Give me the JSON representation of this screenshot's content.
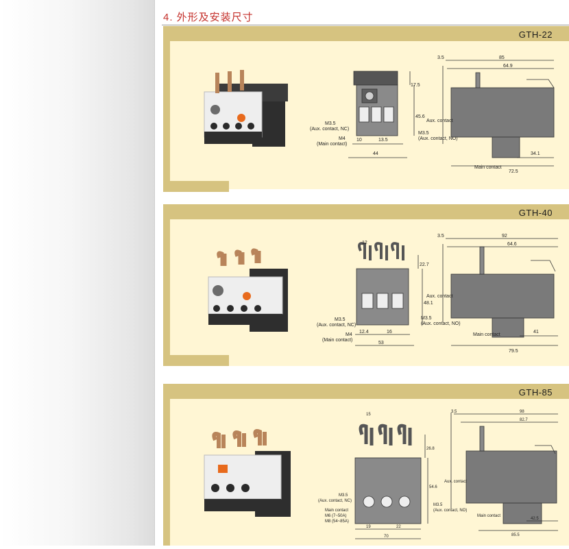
{
  "section": {
    "title": "4.  外形及安装尺寸"
  },
  "colors": {
    "accent_red": "#c4302b",
    "panel_frame": "#d6c380",
    "panel_bg": "#fff6d4",
    "device_dark": "#3c3c3c",
    "device_white": "#efefef",
    "dial_orange": "#e86a1c"
  },
  "models": [
    {
      "name": "GTH-22",
      "front": {
        "top_dim": "17.5",
        "side_dim": "45.6",
        "aux_nc": [
          "M3.5",
          "(Aux. contact, NC)"
        ],
        "aux_no": [
          "M3.5",
          "(Aux. contact, NO)"
        ],
        "main": [
          "M4",
          "(Main contact)"
        ],
        "bottom": [
          "10",
          "13.5",
          "44"
        ]
      },
      "side": {
        "left": "3.5",
        "width": "85",
        "inner": "64.9",
        "aux": "Aux. contact",
        "main": "Main contact",
        "d1": "34.1",
        "d2": "72.5"
      }
    },
    {
      "name": "GTH-40",
      "front": {
        "top_dim": "12",
        "side_dim_top": "22.7",
        "side_dim": "48.1",
        "aux_nc": [
          "M3.5",
          "(Aux. contact, NC)"
        ],
        "aux_no": [
          "M3.5",
          "(Aux. contact, NO)"
        ],
        "main": [
          "M4",
          "(Main contact)"
        ],
        "bottom": [
          "12.4",
          "16",
          "53"
        ]
      },
      "side": {
        "left": "3.5",
        "width": "92",
        "inner": "64.6",
        "aux": "Aux. contact",
        "main": "Main contact",
        "d1": "41",
        "d2": "79.5"
      }
    },
    {
      "name": "GTH-85",
      "front": {
        "top_dim": "15",
        "side_dim_top": "26.8",
        "side_dim": "54.6",
        "aux_nc": [
          "M3.5",
          "(Aux. contact, NC)"
        ],
        "aux_no": [
          "M3.5",
          "(Aux. contact, NO)"
        ],
        "main": [
          "Main contact",
          "M6 (7~50A)",
          "M8 (54~85A)"
        ],
        "bottom": [
          "19",
          "22",
          "70"
        ]
      },
      "side": {
        "left": "3.5",
        "width": "98",
        "inner": "82.7",
        "aux": "Aux. contact",
        "main": "Main contact",
        "d1": "42.5",
        "d2": "85.5"
      }
    }
  ]
}
